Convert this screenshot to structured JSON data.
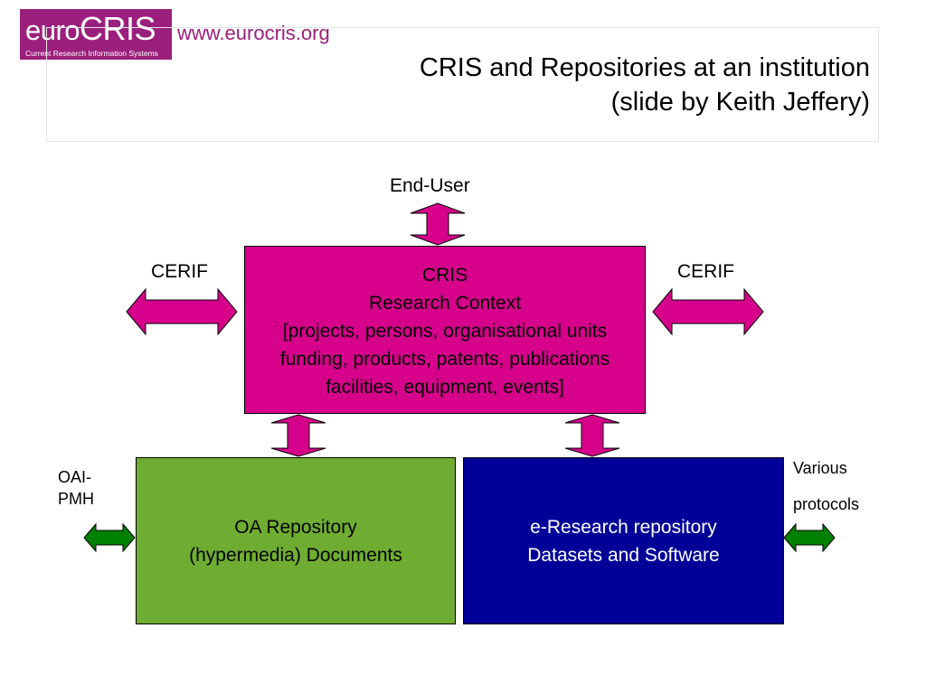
{
  "header": {
    "logo": {
      "brand_prefix": "euro",
      "brand_main": "CRIS",
      "tagline": "Current Research Information Systems"
    },
    "url": "www.eurocris.org",
    "title_line1": "CRIS and Repositories at an institution",
    "title_line2": "(slide by Keith Jeffery)"
  },
  "diagram": {
    "end_user_label": "End-User",
    "cerif_left_label": "CERIF",
    "cerif_right_label": "CERIF",
    "oai_label_line1": "OAI-",
    "oai_label_line2": "PMH",
    "various_label_line1": "Various",
    "various_label_line2": "protocols",
    "cris_box": {
      "lines": [
        "CRIS",
        "Research Context",
        "[projects, persons, organisational units",
        "funding, products, patents, publications",
        "facilities, equipment, events]"
      ],
      "color": "#d6008b"
    },
    "oa_box": {
      "lines": [
        "OA Repository",
        "(hypermedia) Documents"
      ],
      "color": "#6fad32"
    },
    "eresearch_box": {
      "lines": [
        "e-Research repository",
        "Datasets and Software"
      ],
      "color": "#000099"
    },
    "arrow_colors": {
      "magenta": "#d6008b",
      "green": "#008000"
    }
  }
}
